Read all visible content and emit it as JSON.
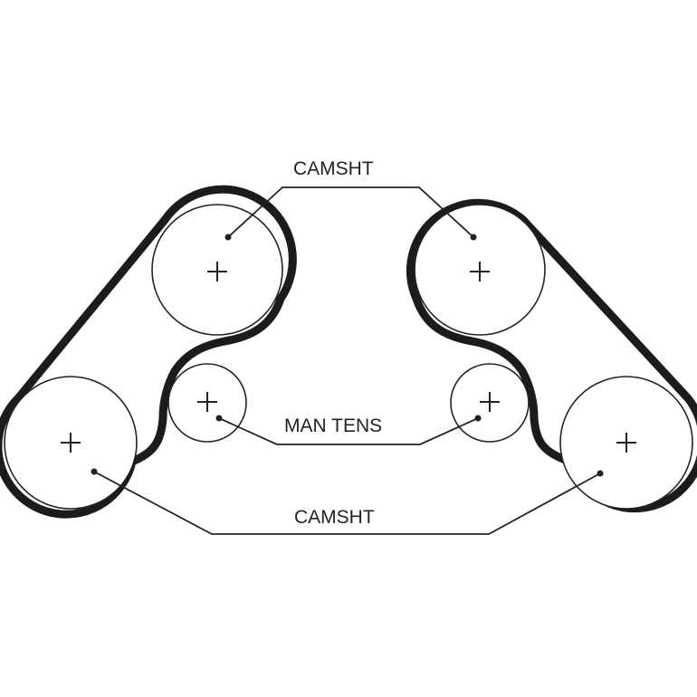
{
  "diagram": {
    "labels": {
      "camshaft_top": "CAMSHT",
      "manual_tensioner": "MAN TENS",
      "camshaft_bottom": "CAMSHT"
    },
    "pulleys": [
      {
        "name": "camshaft-top-left",
        "role": "camshaft"
      },
      {
        "name": "camshaft-top-right",
        "role": "camshaft"
      },
      {
        "name": "tensioner-left",
        "role": "manual tensioner"
      },
      {
        "name": "tensioner-right",
        "role": "manual tensioner"
      },
      {
        "name": "camshaft-bottom-left",
        "role": "camshaft"
      },
      {
        "name": "camshaft-bottom-right",
        "role": "camshaft"
      }
    ],
    "colors": {
      "belt": "#1c1c1c",
      "line": "#222222",
      "background": "#ffffff"
    }
  }
}
